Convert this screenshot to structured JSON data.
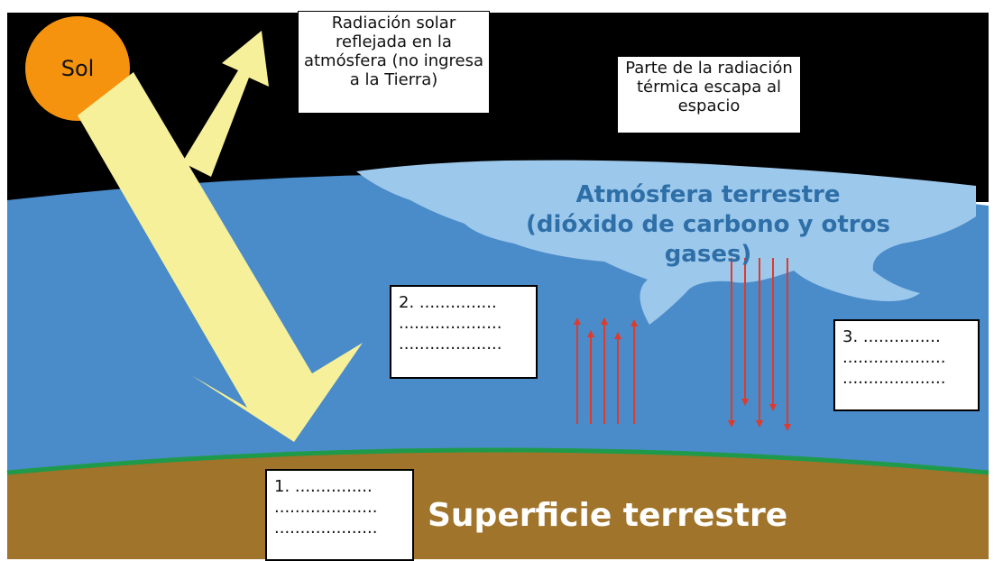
{
  "sun": {
    "label": "Sol"
  },
  "labels": {
    "reflected": "Radiación solar reflejada en la atmósfera (no ingresa a la Tierra)",
    "escape": "Parte de la radiación térmica escapa al espacio"
  },
  "atmosphere": {
    "line1": "Atmósfera terrestre",
    "line2": "(dióxido de carbono y otros gases)"
  },
  "surface": {
    "label": "Superficie terrestre"
  },
  "blanks": [
    {
      "line1": "1. ...............",
      "line2": "....................",
      "line3": "...................."
    },
    {
      "line1": "2. ...............",
      "line2": "....................",
      "line3": "...................."
    },
    {
      "line1": "3. ...............",
      "line2": "....................",
      "line3": "...................."
    }
  ],
  "colors": {
    "space": "#000000",
    "sky": "#4a8bc9",
    "atmosphere_cloud": "#9cc8ec",
    "ground": "#a0742a",
    "horizon": "#1f9a4a",
    "sun": "#f5920e",
    "beam": "#f7f09a",
    "thermal_arrow": "#e03a2a"
  }
}
